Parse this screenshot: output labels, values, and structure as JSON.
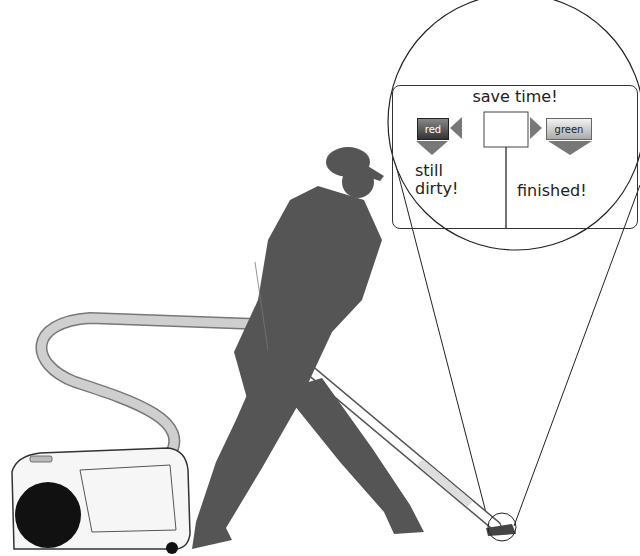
{
  "diagram": {
    "nodes": [
      {
        "text": [
          "save time!",
          "still dirty!",
          "finished!"
        ]
      },
      {
        "text": [
          "red"
        ],
        "in": 0
      },
      {
        "text": [
          "green"
        ],
        "in": 0
      }
    ]
  }
}
